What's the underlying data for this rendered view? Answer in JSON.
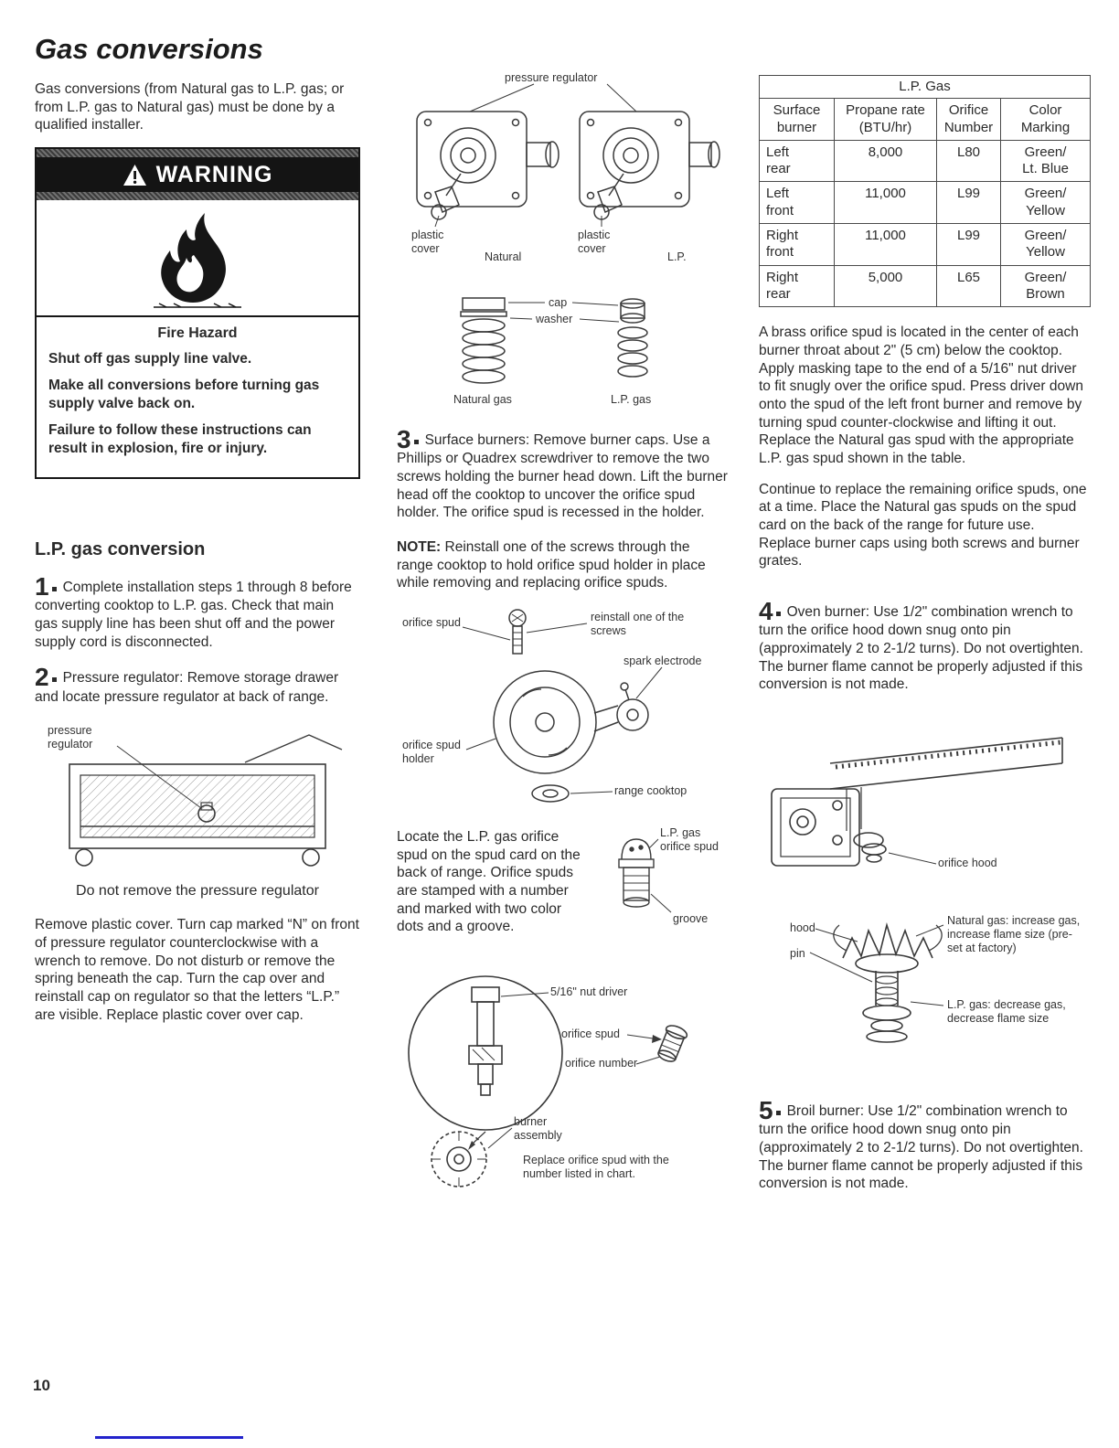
{
  "page": {
    "title": "Gas conversions",
    "number": "10"
  },
  "left": {
    "intro": "Gas conversions (from Natural gas to L.P. gas; or from L.P. gas to Natural gas) must be done by a qualified installer.",
    "warning": {
      "banner": "WARNING",
      "hazard": "Fire Hazard",
      "line1": "Shut off gas supply line valve.",
      "line2": "Make all conversions before turning gas supply valve back on.",
      "line3": "Failure to follow these instructions can result in explosion, fire or injury."
    },
    "section_title": "L.P. gas conversion",
    "step1_num": "1",
    "step1_text": "Complete installation steps 1 through 8 before converting cooktop to L.P. gas. Check that main gas supply line has been shut off and the power supply cord is disconnected.",
    "step2_num": "2",
    "step2_text": "Pressure regulator: Remove storage drawer and locate pressure regulator at back of range.",
    "fig_range": {
      "pressure_regulator": "pressure regulator"
    },
    "caption": "Do not remove the pressure regulator",
    "para": "Remove plastic cover. Turn cap marked “N” on front of pressure regulator counterclockwise with a wrench to remove. Do not disturb or remove the spring beneath the cap. Turn the cap over and reinstall cap on regulator so that the letters “L.P.” are visible. Replace plastic cover over cap."
  },
  "middle": {
    "fig_regulators": {
      "pressure_regulator": "pressure regulator",
      "plastic_cover_left": "plastic cover",
      "natural": "Natural",
      "plastic_cover_right": "plastic cover",
      "lp": "L.P."
    },
    "fig_cap": {
      "cap": "cap",
      "washer": "washer",
      "natural_gas": "Natural gas",
      "lp_gas": "L.P. gas"
    },
    "step3_num": "3",
    "step3_text": "Surface burners: Remove burner caps. Use a Phillips or Quadrex screwdriver to remove the two screws holding the burner head down. Lift the burner head off the cooktop to uncover the orifice spud holder. The orifice spud is recessed in the holder.",
    "note_label": "NOTE:",
    "note_text": "Reinstall one of the screws through the range cooktop to hold orifice spud holder in place while removing and replacing orifice spuds.",
    "fig_holder": {
      "orifice_spud": "orifice spud",
      "reinstall": "reinstall one of the screws",
      "spark_electrode": "spark electrode",
      "holder": "orifice spud holder",
      "range_cooktop": "range cooktop"
    },
    "locate_para": "Locate the L.P. gas orifice spud on the spud card on the back of range. Orifice spuds are stamped with a number and marked with two color dots and a groove.",
    "fig_spud": {
      "label": "L.P. gas orifice spud",
      "groove": "groove"
    },
    "fig_driver": {
      "nut_driver": "5/16\" nut driver",
      "orifice_spud": "orifice spud",
      "orifice_number": "orifice number",
      "burner_assembly": "burner assembly",
      "caption": "Replace orifice spud with the number listed in chart."
    }
  },
  "right": {
    "table": {
      "title": "L.P. Gas",
      "headers": [
        "Surface\nburner",
        "Propane rate\n(BTU/hr)",
        "Orifice\nNumber",
        "Color\nMarking"
      ],
      "rows": [
        [
          "Left\nrear",
          "8,000",
          "L80",
          "Green/\nLt. Blue"
        ],
        [
          "Left\nfront",
          "11,000",
          "L99",
          "Green/\nYellow"
        ],
        [
          "Right\nfront",
          "11,000",
          "L99",
          "Green/\nYellow"
        ],
        [
          "Right\nrear",
          "5,000",
          "L65",
          "Green/\nBrown"
        ]
      ]
    },
    "para1": "A brass orifice spud is located in the center of each burner throat about 2\" (5 cm) below the cooktop. Apply masking tape to the end of a 5/16\" nut driver to fit snugly over the orifice spud. Press driver down onto the spud of the left front burner and remove by turning spud counter-clockwise and lifting it out. Replace the Natural gas spud with the appropriate L.P. gas spud shown in the table.",
    "para2": "Continue to replace the remaining orifice spuds, one at a time. Place the Natural gas spuds on the spud card on the back of the range for future use. Replace burner caps using both screws and burner grates.",
    "step4_num": "4",
    "step4_text": "Oven burner: Use 1/2\" combination wrench to turn the orifice hood down snug onto pin (approximately 2 to 2-1/2 turns). Do not overtighten. The burner flame cannot be properly adjusted if this conversion is not made.",
    "fig_oven": {
      "orifice_hood": "orifice hood"
    },
    "fig_hood": {
      "hood": "hood",
      "pin": "pin",
      "natural": "Natural gas: increase gas, increase flame size (pre-set at factory)",
      "lp": "L.P. gas: decrease gas, decrease flame size"
    },
    "step5_num": "5",
    "step5_text": "Broil burner: Use 1/2\" combination wrench to turn the orifice hood down snug onto pin (approximately 2 to 2-1/2 turns). Do not overtighten. The burner flame cannot be properly adjusted if this conversion is not made."
  }
}
